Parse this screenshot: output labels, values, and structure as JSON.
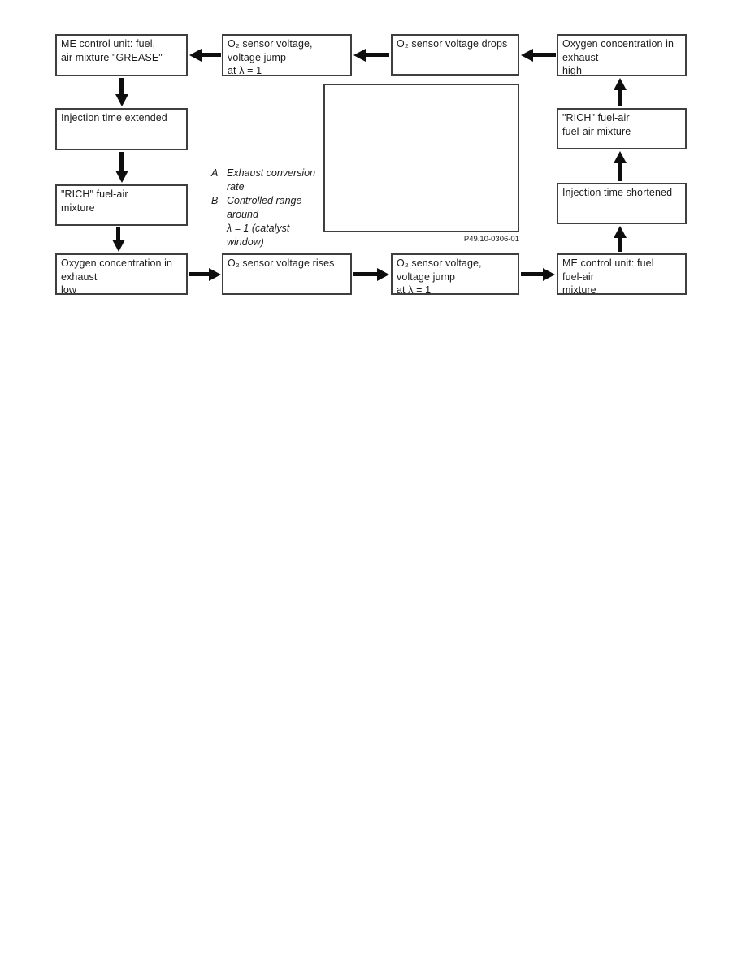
{
  "diagram": {
    "caption": "P49.10-0306-01",
    "boxes": {
      "top_left_me_grease": "ME control unit: fuel,\nair  mixture \"GREASE\"",
      "top_voltage_jump": "O₂ sensor voltage,\nvoltage jump\nat λ = 1",
      "top_voltage_drops": "O₂ sensor voltage drops",
      "top_right_oxygen_high": "Oxygen concentration in\nexhaust\nhigh",
      "left_injection_extended": "Injection time extended",
      "left_rich_mixture": "\"RICH\" fuel-air\nmixture",
      "left_oxygen_low": "Oxygen concentration in\nexhaust\nlow",
      "bottom_voltage_rises": "O₂ sensor voltage rises",
      "bottom_voltage_jump": "O₂ sensor voltage,\nvoltage jump\nat λ = 1",
      "bottom_right_me_fuel": "ME control unit: fuel\nfuel-air\nmixture",
      "right_rich_mixture": "\"RICH\" fuel-air\nfuel-air mixture",
      "right_injection_shortened": "Injection time shortened"
    },
    "legend": {
      "items": [
        {
          "letter": "A",
          "text": "Exhaust conversion\nrate"
        },
        {
          "letter": "B",
          "text": "Controlled range\naround\nλ = 1 (catalyst\nwindow)"
        }
      ]
    },
    "colors": {
      "border": "#3f3f3f",
      "text": "#1c1c1c",
      "arrow": "#0e0e0e",
      "background": "#ffffff"
    }
  }
}
